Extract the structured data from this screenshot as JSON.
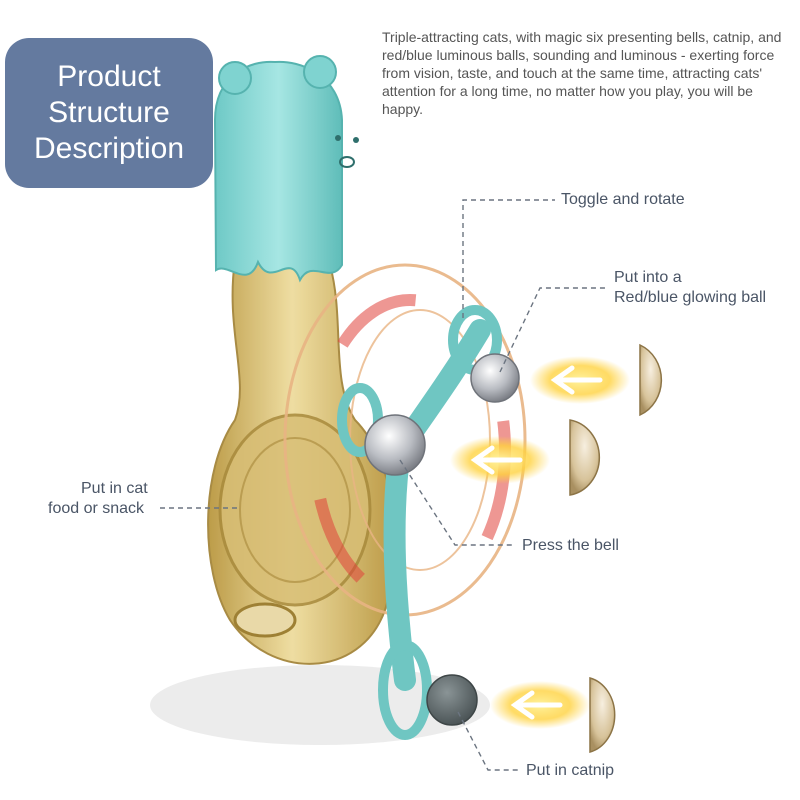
{
  "badge": {
    "line1": "Product",
    "line2": "Structure",
    "line3": "Description"
  },
  "description": "Triple-attracting cats, with magic six presenting bells, catnip, and red/blue luminous balls, sounding and luminous - exerting force from vision, taste, and touch at the same time, attracting cats' attention for a long time, no matter how you play, you will be happy.",
  "callouts": {
    "toggle": "Toggle and rotate",
    "glow_line1": "Put into a",
    "glow_line2": "Red/blue glowing ball",
    "food_line1": "Put in cat",
    "food_line2": "food or snack",
    "bell": "Press the bell",
    "catnip": "Put in catnip"
  },
  "colors": {
    "badge": "#647a9f",
    "toy_top": "#7fd3d0",
    "toy_body": "#c9a95a",
    "arm": "#6fc6c2",
    "glow": "#ffd23f",
    "spin_ring": "#e0413b"
  },
  "icons": [
    "bear-ear-icon",
    "bell-ball-icon",
    "catnip-ball-icon",
    "arrow-left-icon"
  ]
}
